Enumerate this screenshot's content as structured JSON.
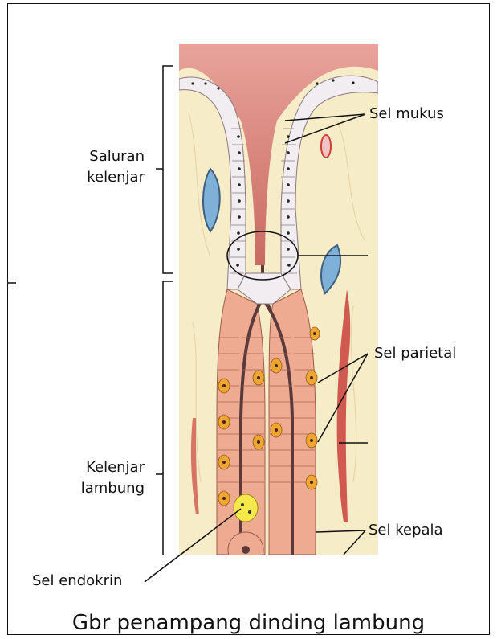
{
  "labels": {
    "mucus": "Sel mukus",
    "duct_line1": "Saluran",
    "duct_line2": "kelenjar",
    "parietal": "Sel parietal",
    "gland_line1": "Kelenjar",
    "gland_line2": "lambung",
    "chief": "Sel kepala",
    "endocrine": "Sel endokrin"
  },
  "caption": "Gbr penampang dinding lambung",
  "colors": {
    "lumen_top": "#d7857d",
    "tissue": "#f6ecc8",
    "duct_cell": "#f1edf0",
    "gland_cell": "#eeab92",
    "parietal_cell": "#f0a531",
    "endocrine_cell": "#f5e84a",
    "vessel_blue": "#7fb0d8",
    "vessel_red": "#c9413a"
  }
}
